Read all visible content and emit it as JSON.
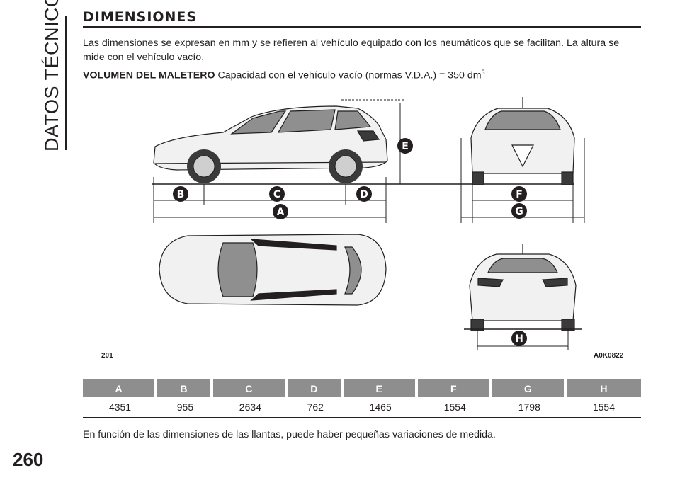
{
  "section": {
    "side_title": "DATOS TÉCNICOS",
    "page_number": "260"
  },
  "heading": "DIMENSIONES",
  "intro": "Las dimensiones se expresan en mm y se refieren al vehículo equipado con los neumáticos que se facilitan. La altura se mide con el vehículo vacío.",
  "volumen": {
    "label": "VOLUMEN DEL MALETERO",
    "text": "Capacidad con el vehículo vacío (normas V.D.A.) = 350 dm",
    "unit_sup": "3"
  },
  "figure": {
    "number": "201",
    "code": "A0K0822",
    "badges": {
      "a": "A",
      "b": "B",
      "c": "C",
      "d": "D",
      "e": "E",
      "f": "F",
      "g": "G",
      "h": "H"
    },
    "colors": {
      "badge": "#231f20",
      "body": "#f1f1f1",
      "window": "#8f8f8f",
      "tire": "#3a3a3a"
    }
  },
  "table": {
    "headers": [
      "A",
      "B",
      "C",
      "D",
      "E",
      "F",
      "G",
      "H"
    ],
    "values": [
      "4351",
      "955",
      "2634",
      "762",
      "1465",
      "1554",
      "1798",
      "1554"
    ],
    "header_color": "#8e8e8e"
  },
  "note": "En función de las dimensiones de las llantas, puede haber pequeñas variaciones de medida."
}
